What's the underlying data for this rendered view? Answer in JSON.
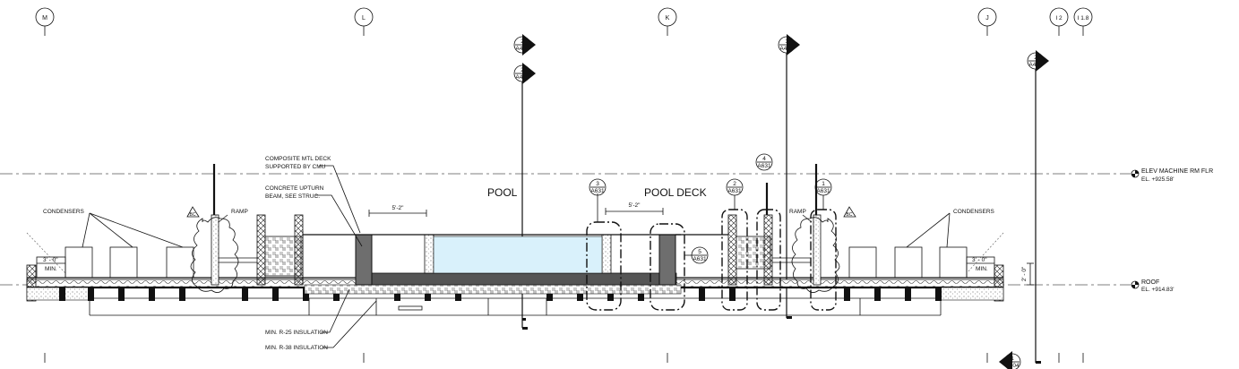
{
  "grid_lines": [
    "M",
    "L",
    "K",
    "J",
    "I 2",
    "I 1.8"
  ],
  "section_markers": {
    "a402": {
      "num": "2",
      "sheet": "A402"
    },
    "a420": {
      "num": "2",
      "sheet": "A420"
    },
    "a403": {
      "num": "1",
      "sheet": "A403"
    },
    "a404_top": {
      "num": "2",
      "sheet": "A404"
    },
    "a404_bottom": {
      "num": "1",
      "sheet": "A404"
    }
  },
  "detail_callouts": {
    "d3": {
      "num": "3",
      "sheet": "A631"
    },
    "d2": {
      "num": "2",
      "sheet": "A631"
    },
    "d4": {
      "num": "4",
      "sheet": "A631"
    },
    "d1": {
      "num": "1",
      "sheet": "A631"
    },
    "d5": {
      "num": "5",
      "sheet": "A631"
    }
  },
  "labels": {
    "pool": "POOL",
    "pool_deck": "POOL DECK",
    "condensers_left": "CONDENSERS",
    "condensers_right": "CONDENSERS",
    "ramp_left": "RAMP",
    "ramp_right": "RAMP",
    "composite_deck_1": "COMPOSITE MTL DECK",
    "composite_deck_2": "SUPPORTED BY CMU",
    "upturn_beam_1": "CONCRETE UPTURN",
    "upturn_beam_2": "BEAM, SEE STRUC.",
    "insulation_r25": "MIN. R-25 INSULATION",
    "insulation_r38": "MIN. R-38 INSULATION",
    "dim_left": "5'-2\"",
    "dim_right": "5'-2\"",
    "clear_left": "3' - 0\"",
    "min_left": "MIN.",
    "clear_right": "3' - 0\"",
    "min_right": "MIN.",
    "height_dim": "2' - 0\"",
    "bc_left": "BC",
    "bc_right": "BC"
  },
  "levels": {
    "elev_machine": {
      "name": "ELEV MACHINE RM FLR",
      "elevation": "EL. +925.58'"
    },
    "roof": {
      "name": "ROOF",
      "elevation": "EL. +914.83'"
    }
  },
  "colors": {
    "line": "#111111",
    "pool_water": "#d9f1fb",
    "hatch_gray": "#7a7a7a",
    "slab_fill": "#555555"
  }
}
